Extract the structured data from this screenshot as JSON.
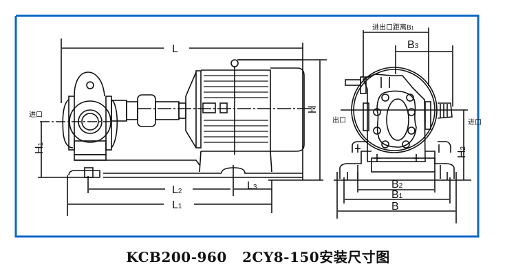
{
  "caption": "KCB200-960   2CY8-150安装尺寸图",
  "colors": {
    "frame_border": "#0a66c8",
    "line": "#111111",
    "background": "#ffffff"
  },
  "side_view": {
    "labels": {
      "inlet": "进口",
      "L": "L",
      "L1": "L",
      "L1_sub": "1",
      "L2": "L",
      "L2_sub": "2",
      "L3": "L",
      "L3_sub": "3",
      "H": "H",
      "H1": "H",
      "H1_sub": "1"
    }
  },
  "end_view": {
    "labels": {
      "port_distance": "进出口距离B",
      "port_distance_sub": "1",
      "B3": "B",
      "B3_sub": "3",
      "outlet": "出口",
      "inlet": "进口",
      "H2": "H",
      "H2_sub": "2",
      "B2": "B",
      "B2_sub": "2",
      "B1": "B",
      "B1_sub": "1",
      "B": "B"
    }
  }
}
